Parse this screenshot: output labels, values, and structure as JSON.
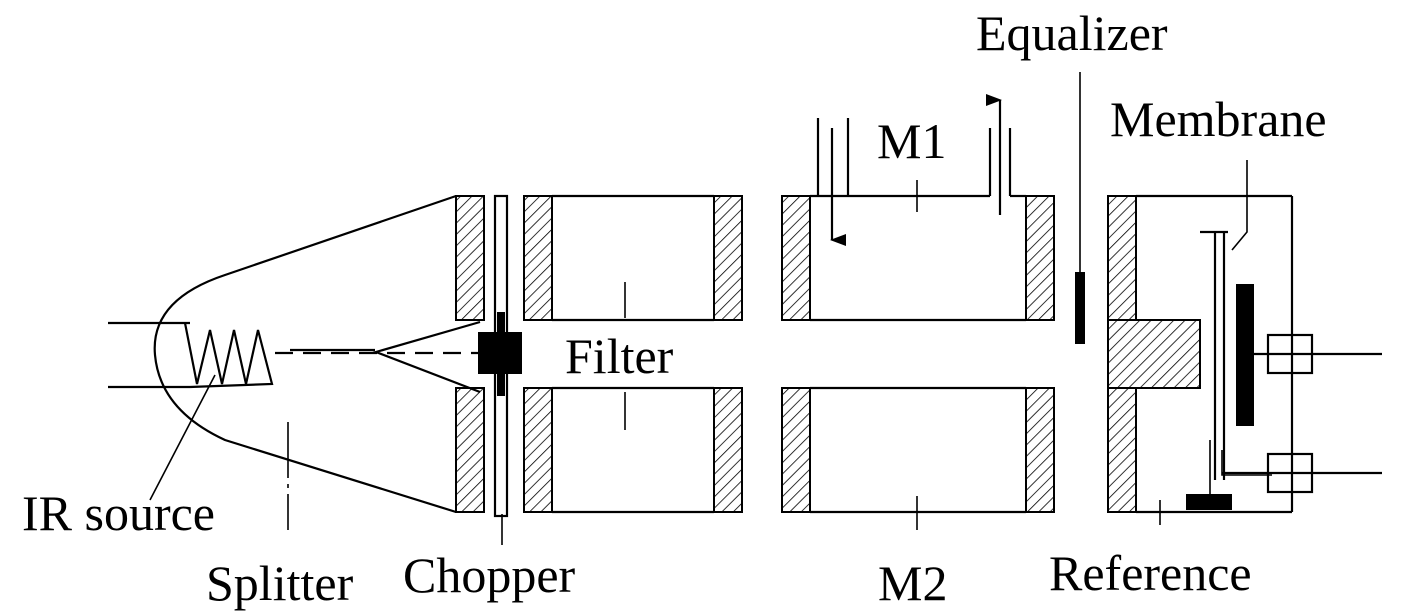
{
  "labels": {
    "equalizer": "Equalizer",
    "membrane": "Membrane",
    "m1": "M1",
    "filter": "Filter",
    "ir_source": "IR source",
    "splitter": "Splitter",
    "chopper": "Chopper",
    "m2": "M2",
    "reference": "Reference"
  },
  "colors": {
    "line": "#000000",
    "background": "#ffffff"
  }
}
